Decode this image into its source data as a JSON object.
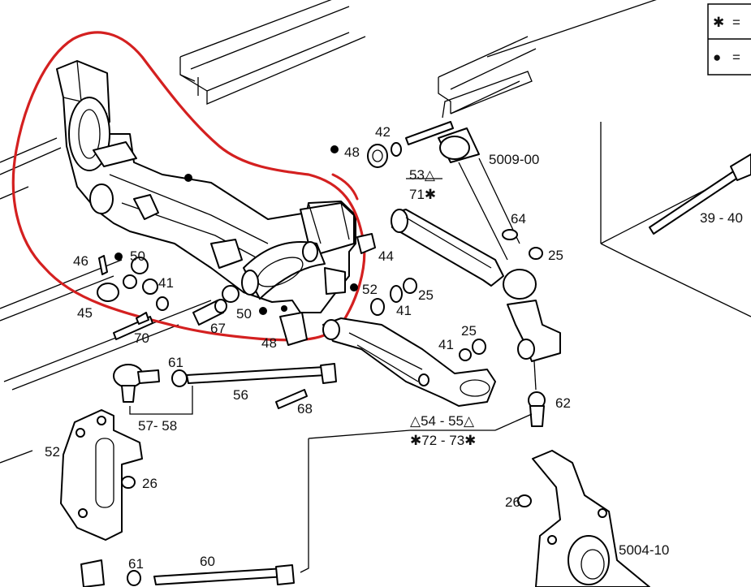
{
  "legend": {
    "rows": [
      {
        "symbol": "✱",
        "text": "="
      },
      {
        "symbol": "●",
        "text": "="
      }
    ]
  },
  "callouts": [
    {
      "id": "c42",
      "text": "42"
    },
    {
      "id": "c48a",
      "text": "48"
    },
    {
      "id": "c5009",
      "text": "5009-00"
    },
    {
      "id": "c53",
      "text": "53△"
    },
    {
      "id": "c71",
      "text": "71✱"
    },
    {
      "id": "c64",
      "text": "64"
    },
    {
      "id": "c25a",
      "text": "25"
    },
    {
      "id": "c3940",
      "text": "39 - 40"
    },
    {
      "id": "c44",
      "text": "44"
    },
    {
      "id": "c52a",
      "text": "52"
    },
    {
      "id": "c25b",
      "text": "25"
    },
    {
      "id": "c41a",
      "text": "41"
    },
    {
      "id": "c46",
      "text": "46"
    },
    {
      "id": "c50a",
      "text": "50"
    },
    {
      "id": "c41b",
      "text": "41"
    },
    {
      "id": "c45",
      "text": "45"
    },
    {
      "id": "c67",
      "text": "67"
    },
    {
      "id": "c50b",
      "text": "50"
    },
    {
      "id": "c70",
      "text": "70"
    },
    {
      "id": "c48b",
      "text": "48"
    },
    {
      "id": "c41c",
      "text": "41"
    },
    {
      "id": "c25c",
      "text": "25"
    },
    {
      "id": "c61a",
      "text": "61"
    },
    {
      "id": "c56",
      "text": "56"
    },
    {
      "id": "c68",
      "text": "68"
    },
    {
      "id": "c62",
      "text": "62"
    },
    {
      "id": "c5758",
      "text": "57- 58"
    },
    {
      "id": "c5455",
      "text": "△54 - 55△"
    },
    {
      "id": "c7273",
      "text": "✱72 - 73✱"
    },
    {
      "id": "c52b",
      "text": "52"
    },
    {
      "id": "c26a",
      "text": "26"
    },
    {
      "id": "c26b",
      "text": "26"
    },
    {
      "id": "c5004",
      "text": "5004-10"
    },
    {
      "id": "c61b",
      "text": "61"
    },
    {
      "id": "c60",
      "text": "60"
    }
  ],
  "colors": {
    "annotation": "#d42020",
    "ink": "#000000"
  }
}
